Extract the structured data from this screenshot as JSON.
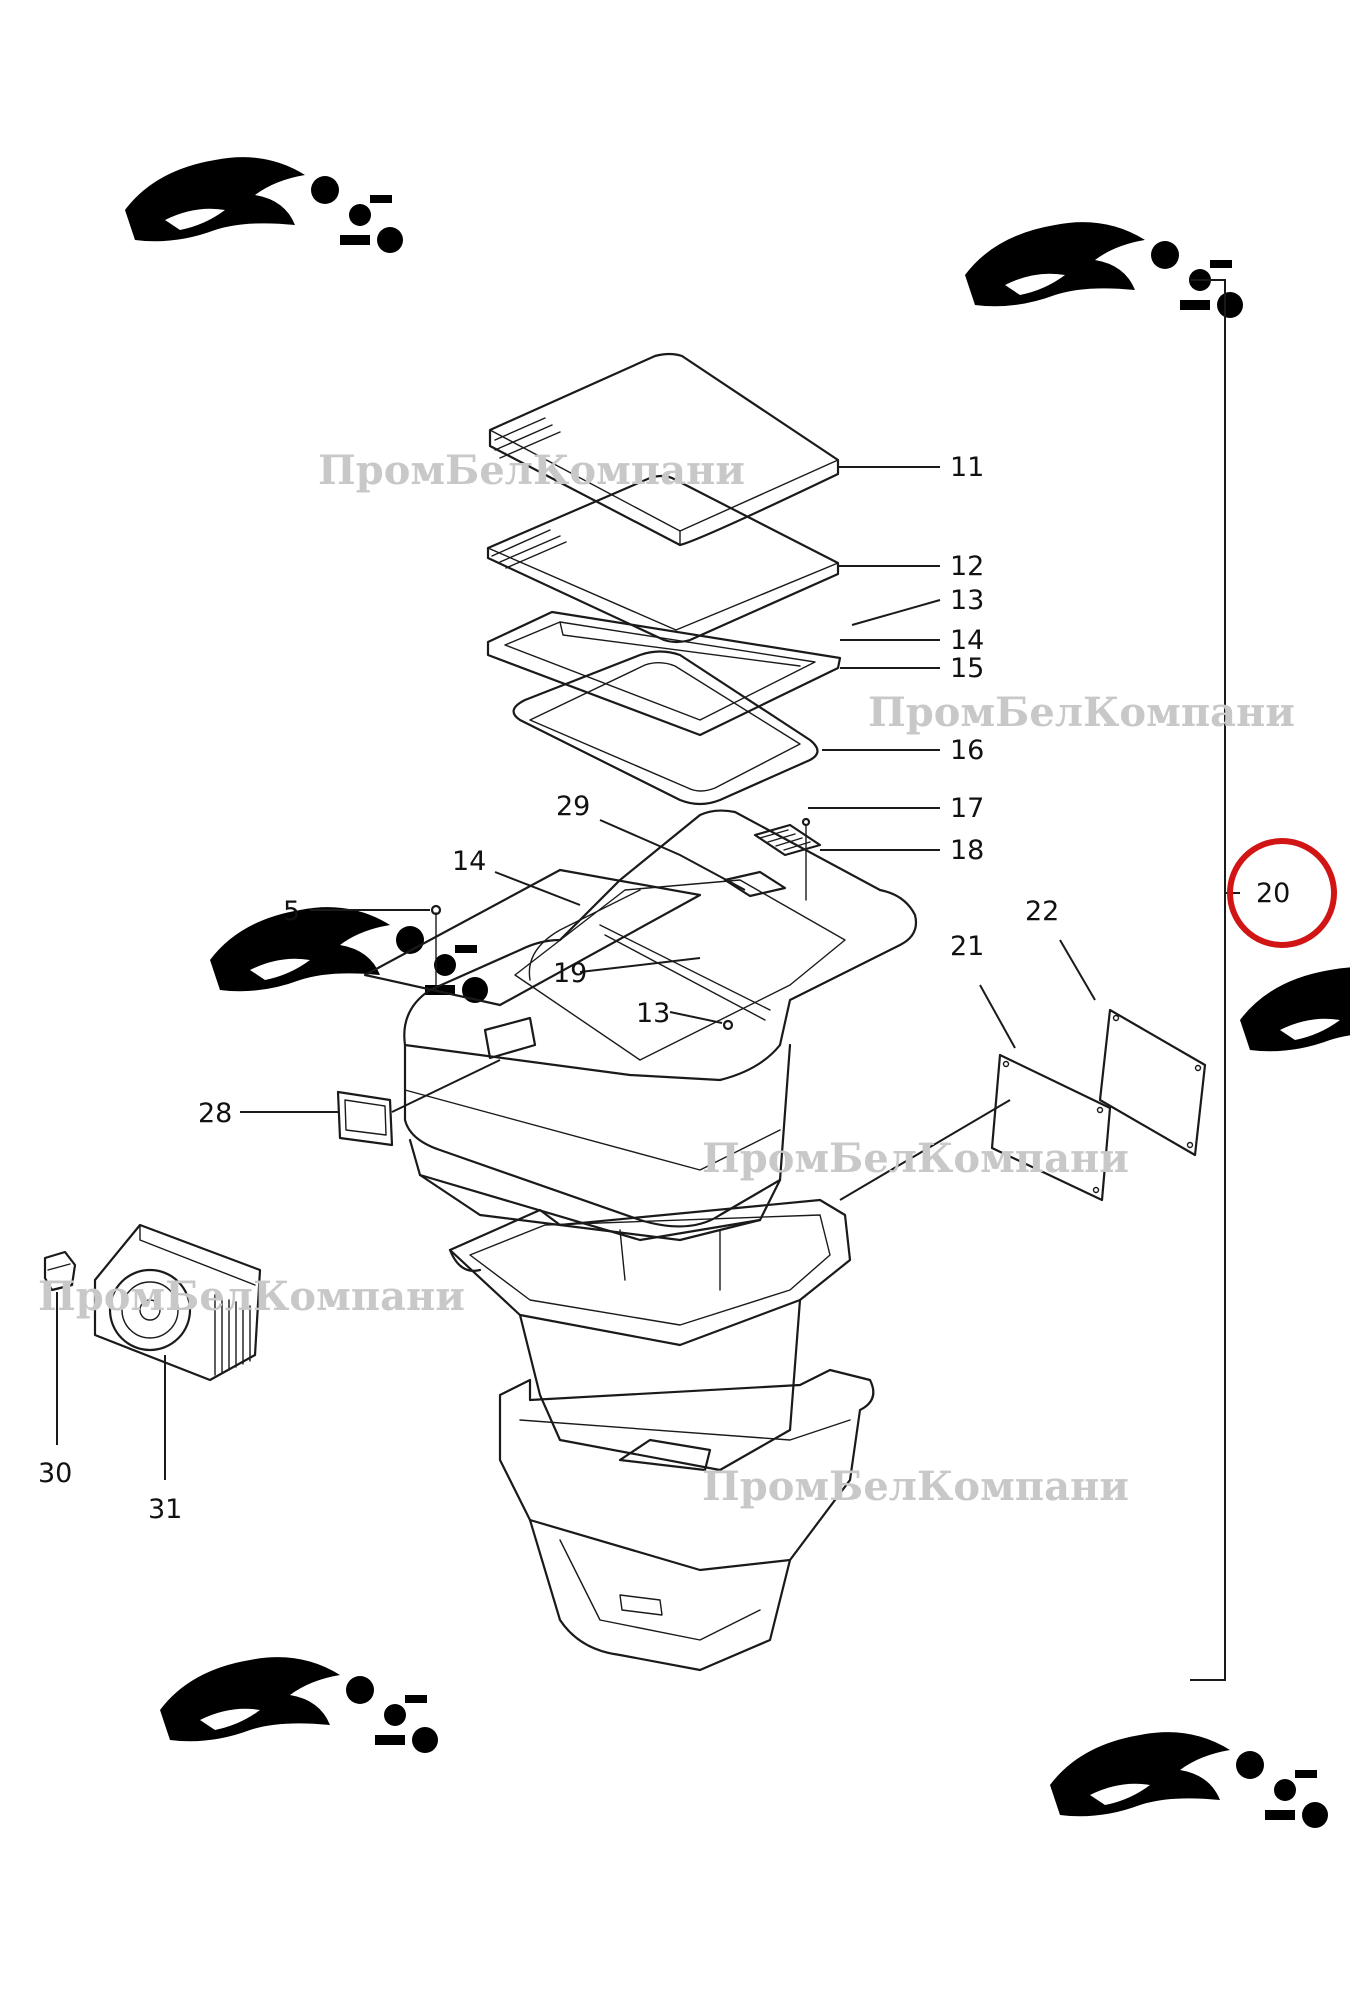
{
  "watermark": {
    "text": "ПромБелКомпани",
    "logo_icon": "panther-gear-logo-icon"
  },
  "callouts": {
    "c5": "5",
    "c11": "11",
    "c12": "12",
    "c13a": "13",
    "c13b": "13",
    "c14a": "14",
    "c14b": "14",
    "c15": "15",
    "c16": "16",
    "c17": "17",
    "c18": "18",
    "c19": "19",
    "c20": "20",
    "c21": "21",
    "c22": "22",
    "c28": "28",
    "c29": "29",
    "c30": "30",
    "c31": "31"
  },
  "highlight": {
    "callout": "20",
    "color": "#d11515"
  }
}
